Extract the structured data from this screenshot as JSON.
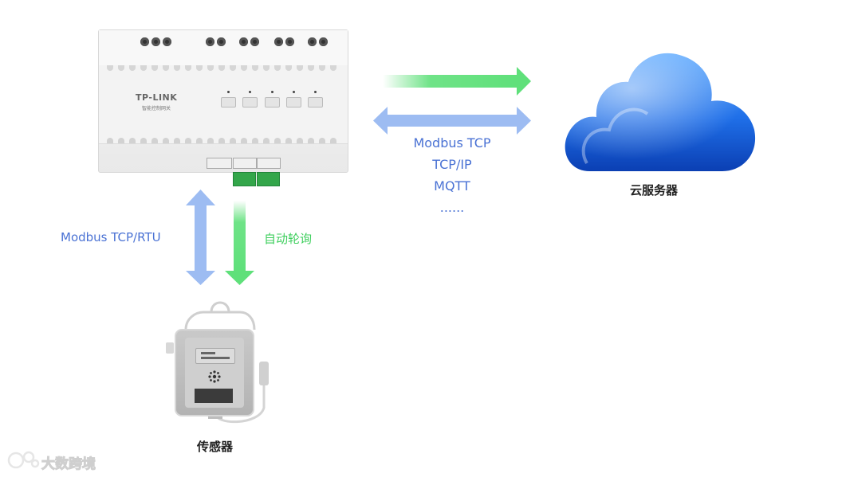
{
  "labels": {
    "cloud_server": "云服务器",
    "sensor": "传感器",
    "link_left": "Modbus TCP/RTU",
    "link_right": "自动轮询"
  },
  "protocols": [
    "Modbus TCP",
    "TCP/IP",
    "MQTT",
    "......"
  ],
  "device": {
    "brand": "TP-LINK",
    "brand_sub": "智能控制网关"
  },
  "watermark": {
    "text": "大数跨境"
  },
  "colors": {
    "blue_arrow": "#9dbcf2",
    "green_arrow": "#5fe07a",
    "blue_text": "#4a72d4",
    "green_text": "#3fcf5e",
    "cloud": "#1f6fe8"
  },
  "icons": [
    "cloud-icon",
    "gateway-device-icon",
    "sensor-device-icon",
    "watermark-logo-icon"
  ]
}
